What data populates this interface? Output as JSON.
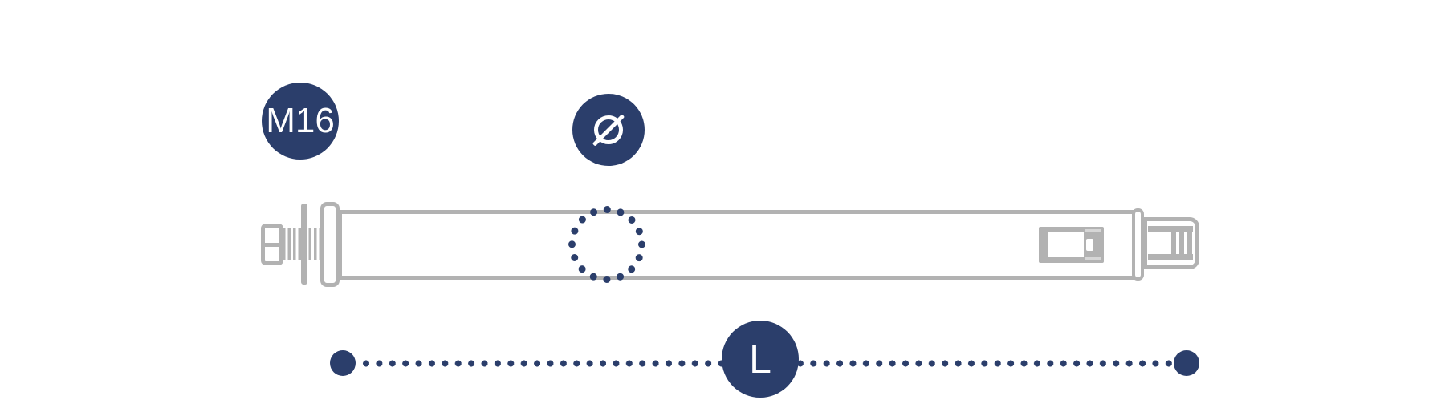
{
  "colors": {
    "accent_navy": "#2b3e6b",
    "drawing_gray": "#b2b2b2",
    "background": "#ffffff"
  },
  "diagram": {
    "badges": {
      "thread_size": "M16",
      "diameter_symbol": "Ø",
      "length_symbol": "L"
    }
  }
}
